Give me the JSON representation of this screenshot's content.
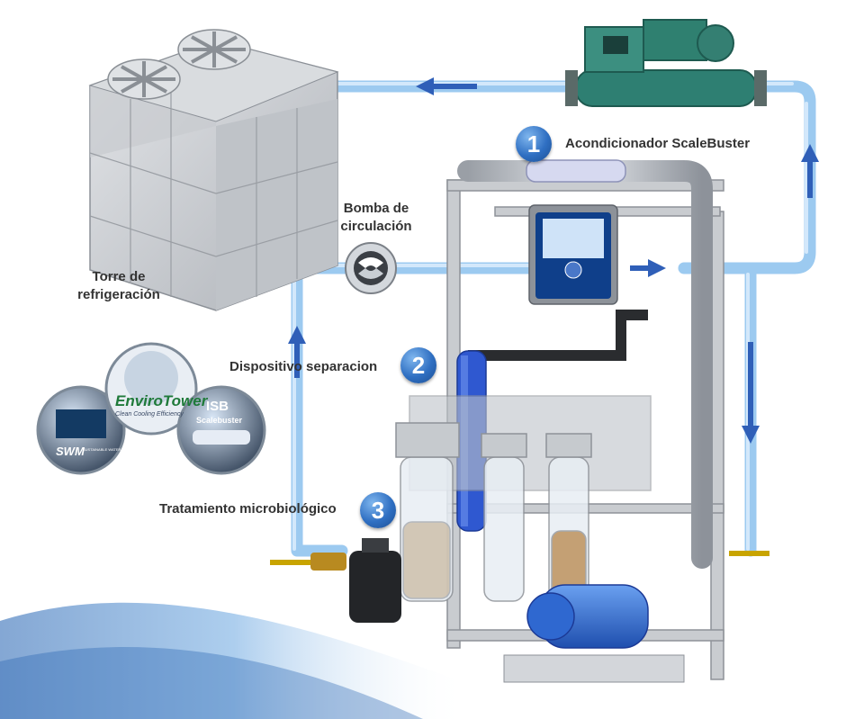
{
  "labels": {
    "cooling_tower": [
      "Torre de",
      "refrigeración"
    ],
    "pump": [
      "Bomba de",
      "circulación"
    ],
    "conditioner": "Acondicionador ScaleBuster",
    "separator": "Dispositivo separacion",
    "micro": "Tratamiento microbiológico"
  },
  "steps": [
    "1",
    "2",
    "3"
  ],
  "logos": {
    "envirotower": "EnviroTower",
    "envirotower_tagline": "Clean Cooling Efficiency",
    "isb": "ISB",
    "scalebuster": "Scalebuster",
    "swm": "SWM",
    "swm_tagline": "SUSTAINABLE WATER MANAGER"
  },
  "colors": {
    "pipe_blue": "#8fc0ec",
    "arrow_blue": "#2f5fb8",
    "step_blue": "#2f6fc2",
    "label_text": "#333333",
    "pump_blue": "#2f6fd0",
    "chiller_green": "#2e7f72"
  }
}
